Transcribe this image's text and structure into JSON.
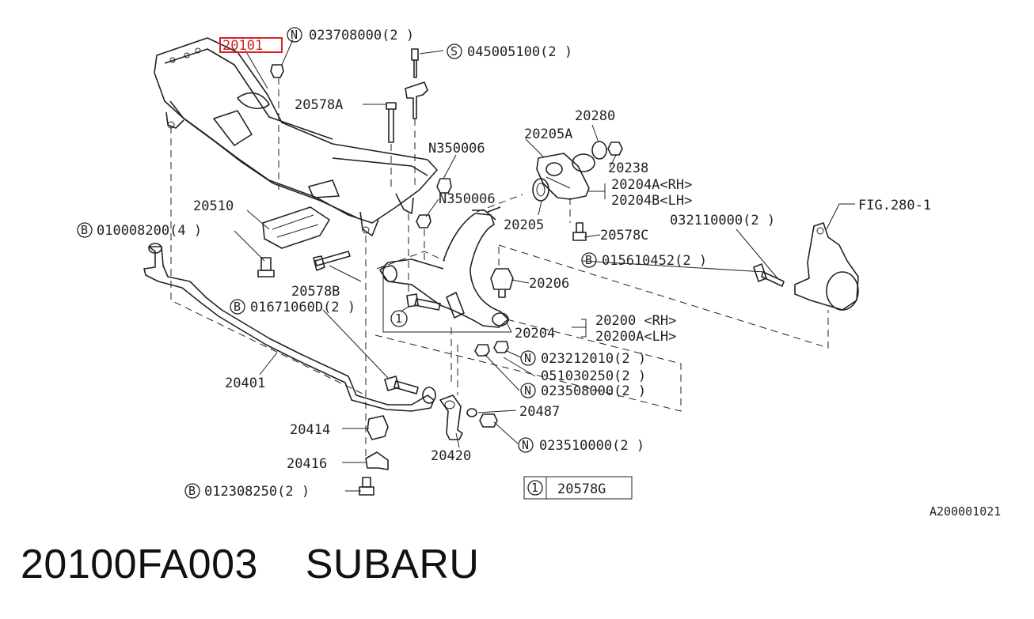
{
  "diagram": {
    "highlighted_part": "20101",
    "callouts": [
      {
        "id": "c-n-0237",
        "letter": "N",
        "text": "023708000(2 )"
      },
      {
        "id": "c-s-0450",
        "letter": "S",
        "text": "045005100(2 )"
      },
      {
        "id": "c-b-0100",
        "letter": "B",
        "text": "010008200(4 )"
      },
      {
        "id": "c-b-0156",
        "letter": "B",
        "text": "015610452(2 )"
      },
      {
        "id": "c-b-0167",
        "letter": "B",
        "text": "01671060D(2 )"
      },
      {
        "id": "c-n-0232",
        "letter": "N",
        "text": "023212010(2 )"
      },
      {
        "id": "c-n-0235",
        "letter": "N",
        "text": "023508000(2 )"
      },
      {
        "id": "c-n-02351",
        "letter": "N",
        "text": "023510000(2 )"
      },
      {
        "id": "c-b-0123",
        "letter": "B",
        "text": "012308250(2 )"
      },
      {
        "id": "c-1-bolt",
        "letter": "1",
        "text": ""
      }
    ],
    "labels": [
      {
        "id": "l-20578A",
        "text": "20578A"
      },
      {
        "id": "l-N350006a",
        "text": "N350006"
      },
      {
        "id": "l-N350006b",
        "text": "N350006"
      },
      {
        "id": "l-20280",
        "text": "20280"
      },
      {
        "id": "l-20205A",
        "text": "20205A"
      },
      {
        "id": "l-20238",
        "text": "20238"
      },
      {
        "id": "l-20204A",
        "text": "20204A<RH>"
      },
      {
        "id": "l-20204B",
        "text": "20204B<LH>"
      },
      {
        "id": "l-20205",
        "text": "20205"
      },
      {
        "id": "l-20578C",
        "text": "20578C"
      },
      {
        "id": "l-032110000",
        "text": "032110000(2 )"
      },
      {
        "id": "l-FIG280",
        "text": "FIG.280-1"
      },
      {
        "id": "l-20510",
        "text": "20510"
      },
      {
        "id": "l-20578B",
        "text": "20578B"
      },
      {
        "id": "l-20206",
        "text": "20206"
      },
      {
        "id": "l-20204",
        "text": "20204"
      },
      {
        "id": "l-20200",
        "text": "20200  <RH>"
      },
      {
        "id": "l-20200A",
        "text": "20200A<LH>"
      },
      {
        "id": "l-051030250",
        "text": "051030250(2 )"
      },
      {
        "id": "l-20401",
        "text": "20401"
      },
      {
        "id": "l-20487",
        "text": "20487"
      },
      {
        "id": "l-20414",
        "text": "20414"
      },
      {
        "id": "l-20416",
        "text": "20416"
      },
      {
        "id": "l-20420",
        "text": "20420"
      }
    ],
    "legend": {
      "key": "1",
      "part": "20578G"
    },
    "reference_code": "A200001021"
  },
  "caption": {
    "part_number": "20100FA003",
    "brand": "SUBARU"
  }
}
